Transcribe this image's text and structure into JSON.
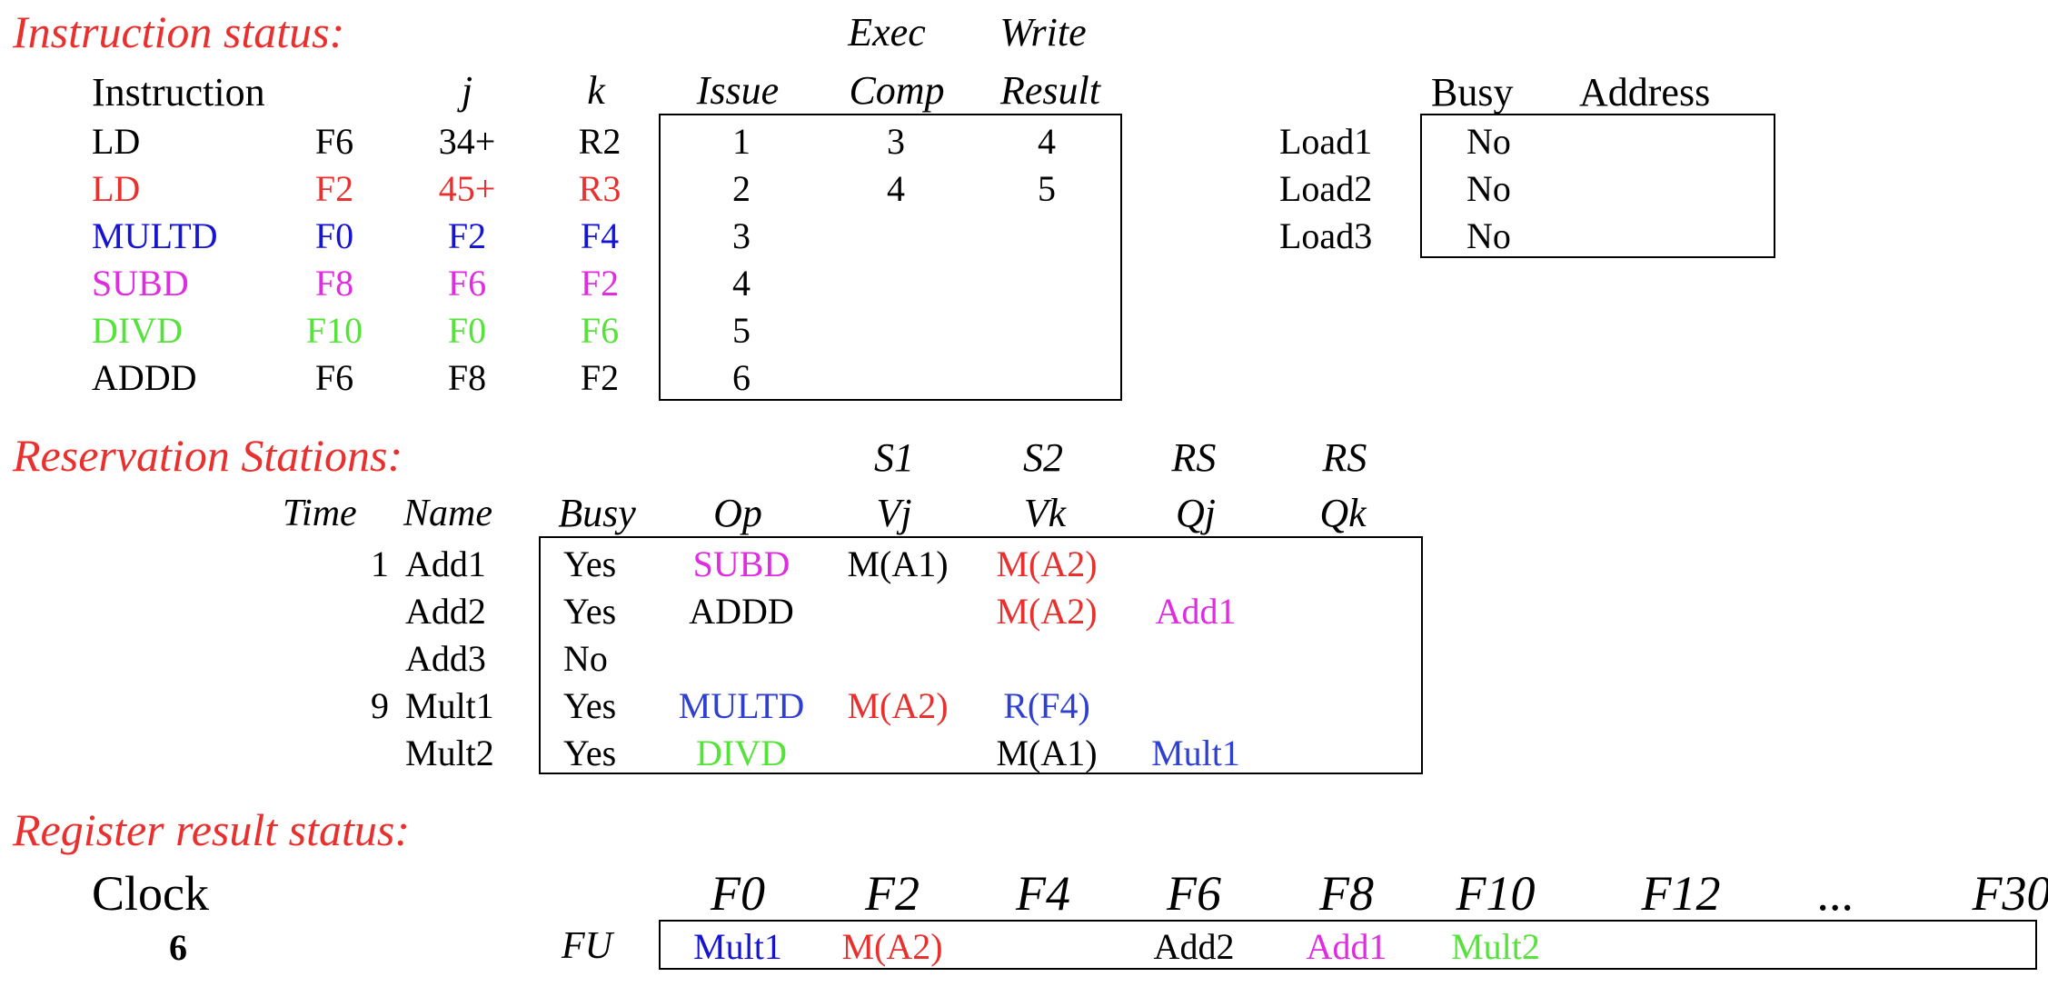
{
  "colors": {
    "black": "#000000",
    "red": "#e8312f",
    "blue": "#1414d2",
    "magenta": "#e02ce0",
    "green": "#55e23a",
    "rsblue": "#2f3fd0"
  },
  "instruction_status": {
    "title": "Instruction status:",
    "headers": {
      "instruction": "Instruction",
      "j": "j",
      "k": "k",
      "issue": "Issue",
      "exec_top": "Exec",
      "exec_bottom": "Comp",
      "write_top": "Write",
      "write_bottom": "Result"
    },
    "rows": [
      {
        "op": "LD",
        "dest": "F6",
        "j": "34+",
        "k": "R2",
        "issue": "1",
        "exec": "3",
        "write": "4",
        "color": "#000000"
      },
      {
        "op": "LD",
        "dest": "F2",
        "j": "45+",
        "k": "R3",
        "issue": "2",
        "exec": "4",
        "write": "5",
        "color": "#e8312f"
      },
      {
        "op": "MULTD",
        "dest": "F0",
        "j": "F2",
        "k": "F4",
        "issue": "3",
        "exec": "",
        "write": "",
        "color": "#1414d2"
      },
      {
        "op": "SUBD",
        "dest": "F8",
        "j": "F6",
        "k": "F2",
        "issue": "4",
        "exec": "",
        "write": "",
        "color": "#e02ce0"
      },
      {
        "op": "DIVD",
        "dest": "F10",
        "j": "F0",
        "k": "F6",
        "issue": "5",
        "exec": "",
        "write": "",
        "color": "#55e23a"
      },
      {
        "op": "ADDD",
        "dest": "F6",
        "j": "F8",
        "k": "F2",
        "issue": "6",
        "exec": "",
        "write": "",
        "color": "#000000"
      }
    ]
  },
  "load_buffers": {
    "headers": {
      "busy": "Busy",
      "address": "Address"
    },
    "rows": [
      {
        "name": "Load1",
        "busy": "No",
        "address": ""
      },
      {
        "name": "Load2",
        "busy": "No",
        "address": ""
      },
      {
        "name": "Load3",
        "busy": "No",
        "address": ""
      }
    ]
  },
  "reservation_stations": {
    "title": "Reservation Stations:",
    "headers": {
      "time": "Time",
      "name": "Name",
      "busy": "Busy",
      "op": "Op",
      "vj_top": "S1",
      "vj": "Vj",
      "vk_top": "S2",
      "vk": "Vk",
      "qj_top": "RS",
      "qj": "Qj",
      "qk_top": "RS",
      "qk": "Qk"
    },
    "rows": [
      {
        "time": "1",
        "name": "Add1",
        "busy": "Yes",
        "op": "SUBD",
        "op_color": "#e02ce0",
        "vj": "M(A1)",
        "vj_color": "#000000",
        "vk": "M(A2)",
        "vk_color": "#e8312f",
        "qj": "",
        "qj_color": "#000000",
        "qk": ""
      },
      {
        "time": "",
        "name": "Add2",
        "busy": "Yes",
        "op": "ADDD",
        "op_color": "#000000",
        "vj": "",
        "vj_color": "#000000",
        "vk": "M(A2)",
        "vk_color": "#e8312f",
        "qj": "Add1",
        "qj_color": "#e02ce0",
        "qk": ""
      },
      {
        "time": "",
        "name": "Add3",
        "busy": "No",
        "op": "",
        "op_color": "#000000",
        "vj": "",
        "vj_color": "#000000",
        "vk": "",
        "vk_color": "#000000",
        "qj": "",
        "qj_color": "#000000",
        "qk": ""
      },
      {
        "time": "9",
        "name": "Mult1",
        "busy": "Yes",
        "op": "MULTD",
        "op_color": "#2f3fd0",
        "vj": "M(A2)",
        "vj_color": "#e8312f",
        "vk": "R(F4)",
        "vk_color": "#2f3fd0",
        "qj": "",
        "qj_color": "#000000",
        "qk": ""
      },
      {
        "time": "",
        "name": "Mult2",
        "busy": "Yes",
        "op": "DIVD",
        "op_color": "#55e23a",
        "vj": "",
        "vj_color": "#000000",
        "vk": "M(A1)",
        "vk_color": "#000000",
        "qj": "Mult1",
        "qj_color": "#2f3fd0",
        "qk": ""
      }
    ]
  },
  "register_status": {
    "title": "Register result status:",
    "clock_label": "Clock",
    "clock_value": "6",
    "fu_label": "FU",
    "registers": [
      {
        "name": "F0",
        "fu": "Mult1",
        "color": "#1414d2"
      },
      {
        "name": "F2",
        "fu": "M(A2)",
        "color": "#e8312f"
      },
      {
        "name": "F4",
        "fu": "",
        "color": "#000000"
      },
      {
        "name": "F6",
        "fu": "Add2",
        "color": "#000000"
      },
      {
        "name": "F8",
        "fu": "Add1",
        "color": "#e02ce0"
      },
      {
        "name": "F10",
        "fu": "Mult2",
        "color": "#55e23a"
      },
      {
        "name": "F12",
        "fu": "",
        "color": "#000000"
      },
      {
        "name": "...",
        "fu": "",
        "color": "#000000"
      },
      {
        "name": "F30",
        "fu": "",
        "color": "#000000"
      }
    ]
  }
}
